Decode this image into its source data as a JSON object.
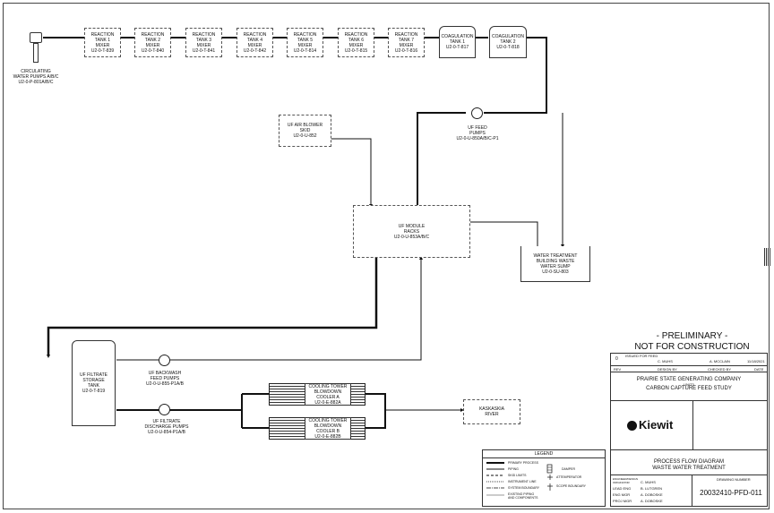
{
  "pumps_circ": {
    "label": "CIRCULATING\nWATER PUMPS A/B/C\nU2-0-P-801A/B/C"
  },
  "reaction_tanks": [
    {
      "label": "REACTION\nTANK 1\nMIXER\nU2-0-T-839"
    },
    {
      "label": "REACTION\nTANK 2\nMIXER\nU2-0-T-840"
    },
    {
      "label": "REACTION\nTANK 3\nMIXER\nU2-0-T-841"
    },
    {
      "label": "REACTION\nTANK 4\nMIXER\nU2-0-T-842"
    },
    {
      "label": "REACTION\nTANK 5\nMIXER\nU2-0-T-814"
    },
    {
      "label": "REACTION\nTANK 6\nMIXER\nU2-0-T-815"
    },
    {
      "label": "REACTION\nTANK 7\nMIXER\nU2-0-T-816"
    }
  ],
  "coag_tanks": [
    {
      "label": "COAGULATION\nTANK 1\nU2-0-T-817"
    },
    {
      "label": "COAGULATION\nTANK 2\nU2-0-T-818"
    }
  ],
  "uf_blower": {
    "label": "UF AIR BLOWER\nSKID\nU2-0-U-852"
  },
  "uf_feed_pumps": {
    "label": "UF FEED\nPUMPS\nU2-0-U-850A/B/C-P1"
  },
  "uf_module": {
    "label": "UF MODULE\nRACKS\nU2-0-U-853A/B/C"
  },
  "sump": {
    "label": "WATER TREATMENT\nBUILDING WASTE\nWATER SUMP\nU2-0-SU-803"
  },
  "uf_filtrate_tank": {
    "label": "UF FILTRATE\nSTORAGE\nTANK\nU2-0-T-819"
  },
  "backwash_pumps": {
    "label": "UF BACKWASH\nFEED PUMPS\nU2-0-U-855-P1A/B"
  },
  "discharge_pumps": {
    "label": "UF FILTRATE\nDISCHARGE PUMPS\nU2-0-U-854-P1A/B"
  },
  "cooler_a": {
    "label": "COOLING TOWER\nBLOWDOWN\nCOOLER A\nU2-0-E-882A"
  },
  "cooler_b": {
    "label": "COOLING TOWER\nBLOWDOWN\nCOOLER B\nU2-0-E-882B"
  },
  "river": {
    "label": "KASKASKIA\nRIVER"
  },
  "preliminary": {
    "line1": "- PRELIMINARY -",
    "line2": "NOT FOR CONSTRUCTION"
  },
  "titleblock": {
    "rev": "0",
    "issued": "ISSUED FOR FEED",
    "designer": "C. MUHS",
    "checker": "A. MCCLAIN",
    "date": "11/18/2021",
    "rev_hdr": "REV",
    "design_hdr": "DESIGN BY",
    "checked_hdr": "CHECKED BY",
    "date_hdr": "DATE",
    "company1": "PRAIRIE STATE GENERATING COMPANY",
    "company2": "UNIT3",
    "company3": "CARBON CAPTURE FEED STUDY",
    "logo": "Kiewit",
    "title1": "PROCESS FLOW DIAGRAM",
    "title2": "WASTE WATER TREATMENT",
    "originator_hdr": "ENGINEER/DESIGN ORIGINATOR",
    "originator": "C. MUHS",
    "lead_hdr": "LEAD ENG",
    "lead": "B. LUTGREN",
    "eng_hdr": "ENG MGR",
    "eng": "A. DOBOSKE",
    "proj_hdr": "PROJ MGR",
    "proj": "A. DOBOSKE",
    "dwgnum_hdr": "DRAWING NUMBER",
    "dwgnum": "20032410-PFD-011"
  },
  "legend": {
    "title": "LEGEND",
    "items": [
      "PRIMARY PROCESS",
      "PIPING",
      "SKID LIMITS",
      "INSTRUMENT LINE",
      "SYSTEM BOUNDARY",
      "EXISTING PIPING\nAND COMPONENTS"
    ],
    "symbols": [
      "DAMPER",
      "ATTEMPERATOR",
      "SCOPE BOUNDARY"
    ]
  }
}
